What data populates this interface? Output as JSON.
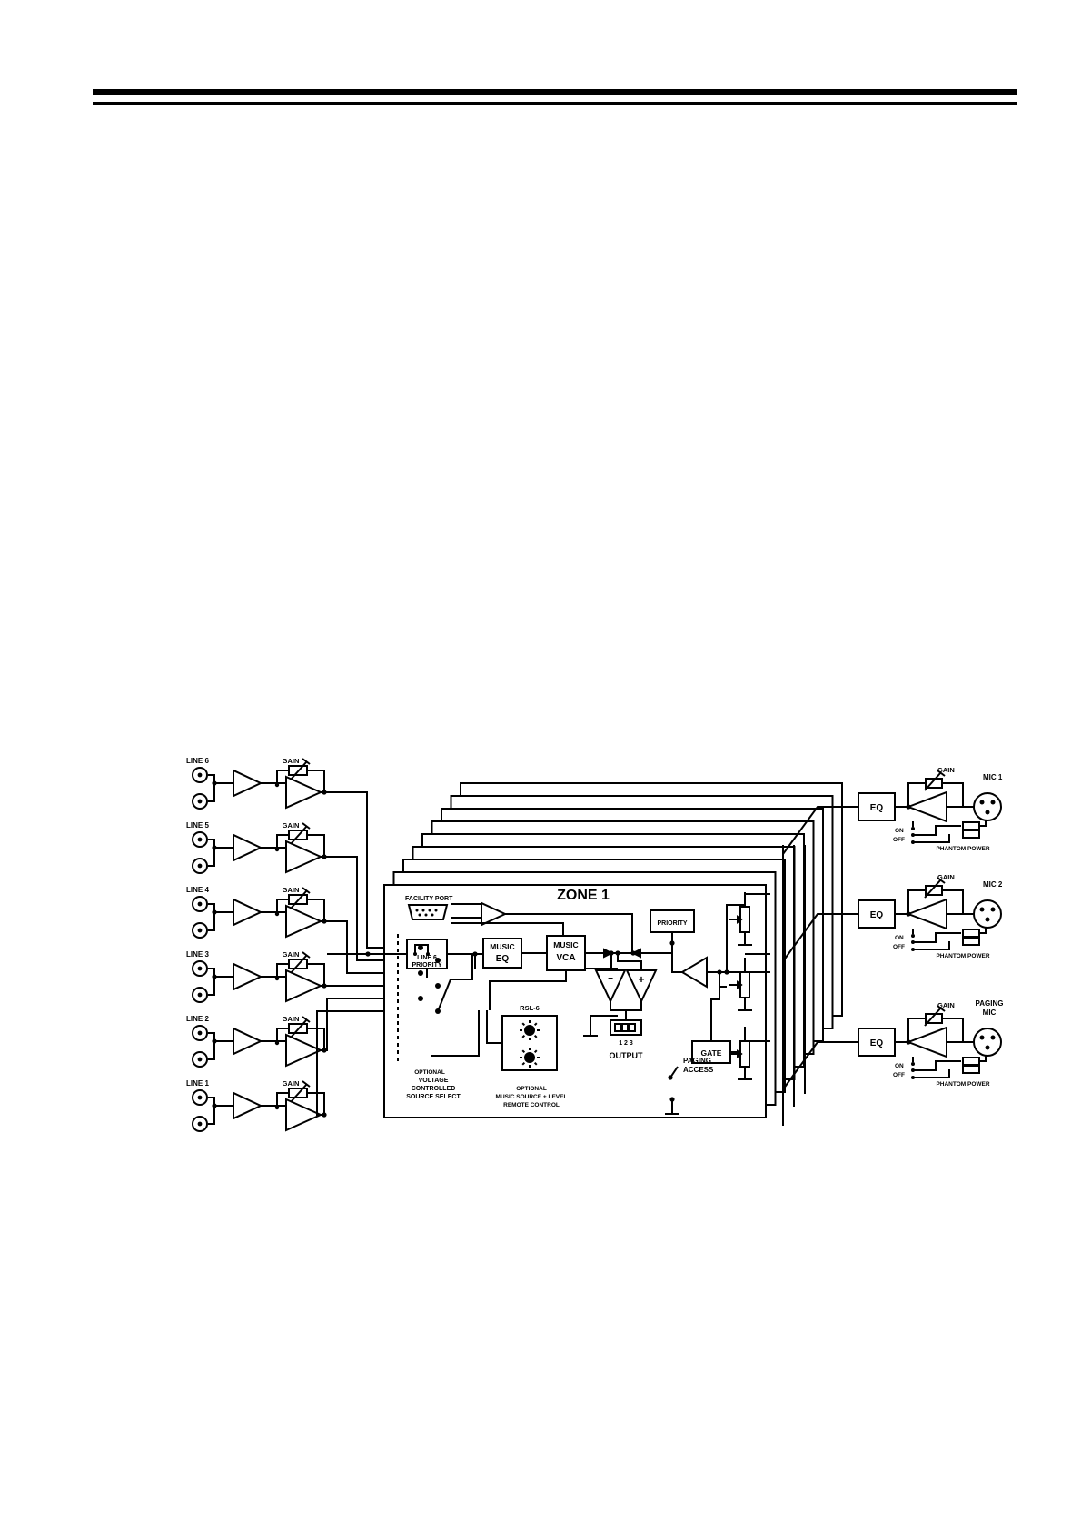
{
  "line_inputs": [
    "LINE 6",
    "LINE 5",
    "LINE 4",
    "LINE 3",
    "LINE 2",
    "LINE 1"
  ],
  "gain_label": "GAIN",
  "zone_title": "ZONE 1",
  "facility_port": "FACILITY PORT",
  "line6_priority": [
    "LINE 6",
    "PRIORITY"
  ],
  "music_eq": [
    "MUSIC",
    "EQ"
  ],
  "music_vca": [
    "MUSIC",
    "VCA"
  ],
  "priority": "PRIORITY",
  "rsl6": "RSL-6",
  "output_numbers": "1  2  3",
  "output": "OUTPUT",
  "gate": "GATE",
  "paging_access": [
    "PAGING",
    "ACCESS"
  ],
  "voltage_select": [
    "VOLTAGE",
    "CONTROLLED",
    "SOURCE SELECT"
  ],
  "optional_remote": [
    "OPTIONAL",
    "MUSIC SOURCE + LEVEL",
    "REMOTE CONTROL"
  ],
  "eq_label": "EQ",
  "mic_inputs": [
    {
      "name": [
        "MIC 1"
      ]
    },
    {
      "name": [
        "MIC 2"
      ]
    },
    {
      "name": [
        "PAGING",
        "MIC"
      ]
    }
  ],
  "on_label": "ON",
  "off_label": "OFF",
  "phantom_power": "PHANTOM POWER"
}
